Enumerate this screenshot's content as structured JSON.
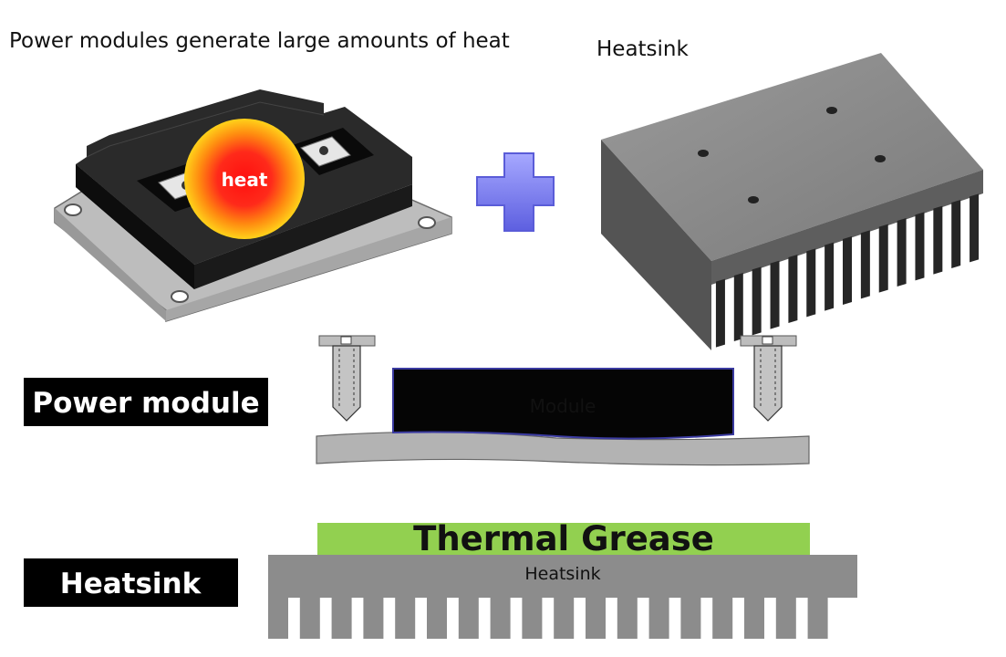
{
  "texts": {
    "heat_claim": "Power modules generate large amounts of heat",
    "heatsink_caption": "Heatsink",
    "heat_badge": "heat",
    "module_body": "Module",
    "power_module_label": "Power module",
    "thermal_grease": "Thermal Grease",
    "heatsink_body": "Heatsink",
    "heatsink_label": "Heatsink"
  },
  "colors": {
    "grease": "#92d050",
    "heatsink_section": "#8c8c8c",
    "module_black": "#050505",
    "plus_sign": "#7c7ef0",
    "label_box": "#000000",
    "base_plate": "#b3b3b3"
  },
  "icons": {
    "plus": "plus-icon",
    "screw": "screw-icon",
    "heat_glow": "heat-glow-icon"
  }
}
